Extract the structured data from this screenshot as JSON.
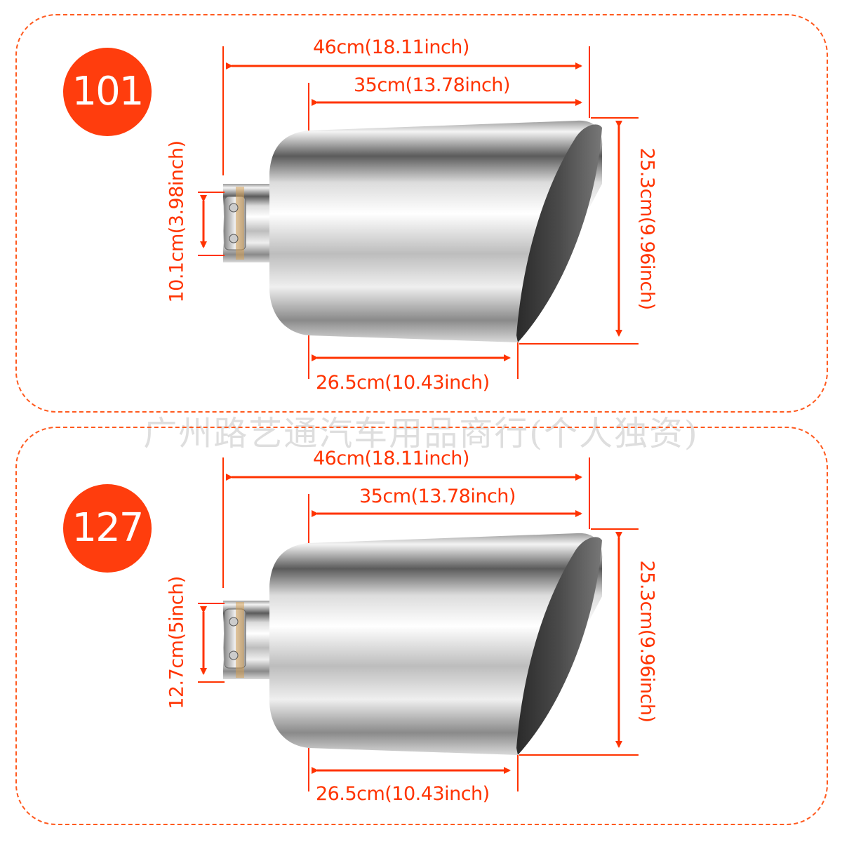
{
  "colors": {
    "accent": "#ff3300",
    "badge": "#ff3d0d",
    "border": "#ff5a1f"
  },
  "watermark": "广州路艺通汽车用品商行(个人独资)",
  "products": [
    {
      "model": "101",
      "total_length": "46cm(18.11inch)",
      "body_length": "35cm(13.78inch)",
      "outlet_height": "25.3cm(9.96inch)",
      "inlet_diameter": "10.1cm(3.98inch)",
      "bottom_length": "26.5cm(10.43inch)"
    },
    {
      "model": "127",
      "total_length": "46cm(18.11inch)",
      "body_length": "35cm(13.78inch)",
      "outlet_height": "25.3cm(9.96inch)",
      "inlet_diameter": "12.7cm(5inch)",
      "bottom_length": "26.5cm(10.43inch)"
    }
  ]
}
